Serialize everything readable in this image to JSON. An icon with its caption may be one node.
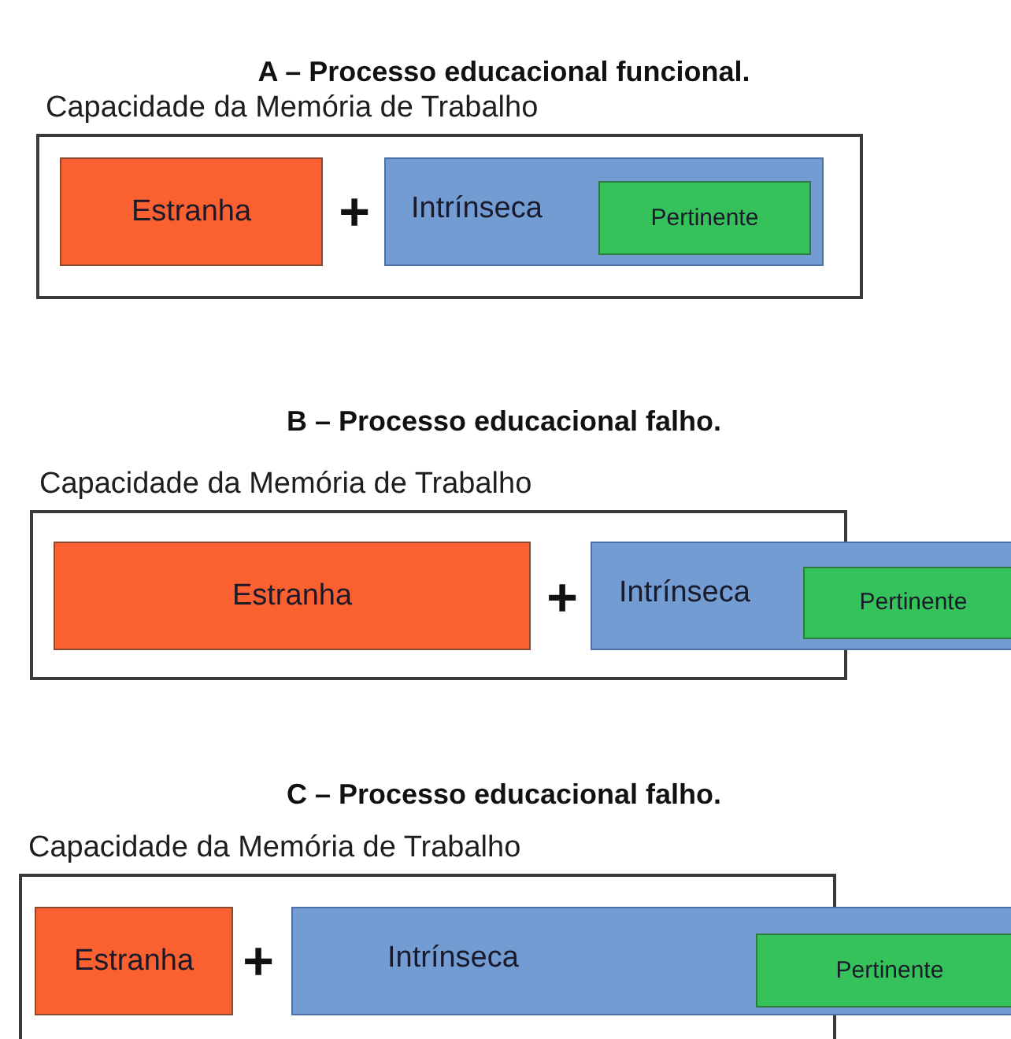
{
  "diagram": {
    "nodes": [
      {
        "text": [
          "Capacidade da Memória de Trabalho"
        ]
      },
      {
        "text": [
          "Estranha"
        ],
        "in": 0
      },
      {
        "text": [
          "Intrínseca"
        ],
        "in": 0
      },
      {
        "text": [
          "Pertinente"
        ],
        "in": 2
      },
      {
        "text": [
          "Capacidade da Memória de Trabalho"
        ]
      },
      {
        "text": [
          "Estranha"
        ],
        "in": 4
      },
      {
        "text": [
          "Intrínseca"
        ]
      },
      {
        "text": [
          "Pertinente"
        ],
        "in": 6
      },
      {
        "text": [
          "Capacidade da Memória de Trabalho"
        ]
      },
      {
        "text": [
          "Estranha"
        ],
        "in": 8
      },
      {
        "text": [
          "Intrínseca"
        ]
      },
      {
        "text": [
          "Pertinente"
        ],
        "in": 10
      }
    ],
    "labels": [
      "A – Processo educacional funcional.",
      "+",
      "B – Processo educacional falho.",
      "+",
      "C – Processo educacional falho.",
      "+"
    ]
  }
}
